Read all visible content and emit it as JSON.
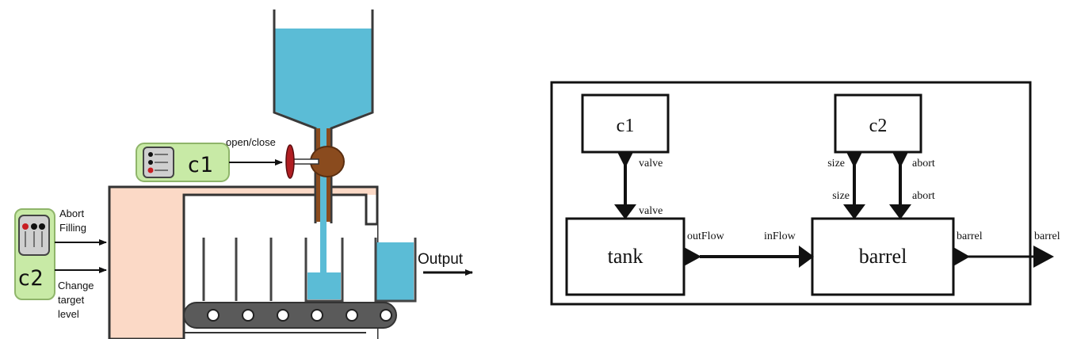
{
  "colors": {
    "water": "#5bbcd6",
    "controller_fill": "#c8eaa6",
    "controller_border": "#8fb56a",
    "machine_fill": "#fbd9c6",
    "pipe": "#8a4b1e",
    "valve_handle": "#b01e22",
    "conveyor": "#555555",
    "line": "#111111"
  },
  "physical": {
    "c1_label": "c1",
    "c2_label": "c2",
    "open_close": "open/close",
    "abort_line1": "Abort",
    "abort_line2": "Filling",
    "change_line1": "Change",
    "change_line2": "target",
    "change_line3": "level",
    "output": "Output"
  },
  "block_diagram": {
    "blocks": {
      "c1": "c1",
      "c2": "c2",
      "tank": "tank",
      "barrel": "barrel"
    },
    "ports": {
      "c1_valve": "valve",
      "tank_valve": "valve",
      "c2_size": "size",
      "c2_abort": "abort",
      "barrel_size": "size",
      "barrel_abort": "abort",
      "tank_outflow": "outFlow",
      "barrel_inflow": "inFlow",
      "barrel_out": "barrel",
      "system_out": "barrel"
    }
  }
}
